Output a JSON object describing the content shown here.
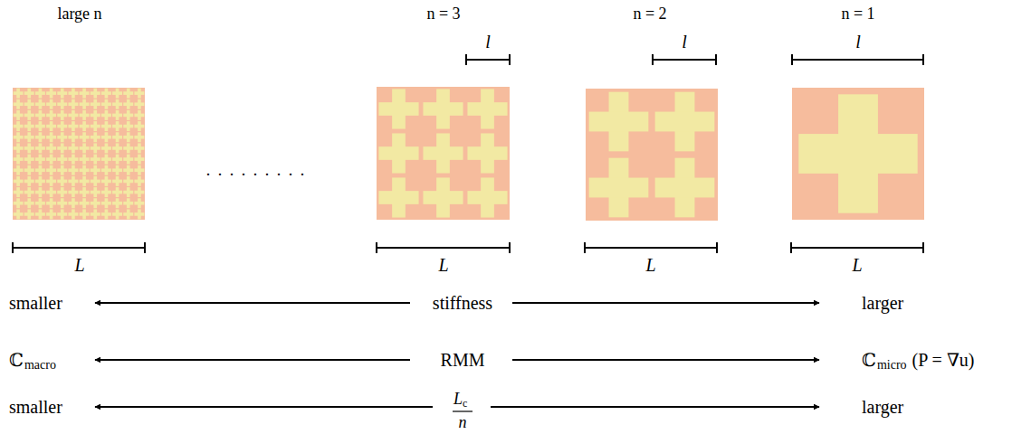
{
  "diagram": {
    "labels": [
      "large n",
      "n = 3",
      "l",
      "n = 2",
      "l",
      "n = 1",
      "l",
      ". . . . . . . . .",
      "L",
      "L",
      "L",
      "L",
      "smaller",
      "stiffness",
      "larger",
      "ℂ",
      "macro",
      "RMM",
      "ℂ",
      "micro",
      "(P = ∇u)",
      "smaller",
      "L",
      "c",
      "n",
      "larger"
    ]
  }
}
